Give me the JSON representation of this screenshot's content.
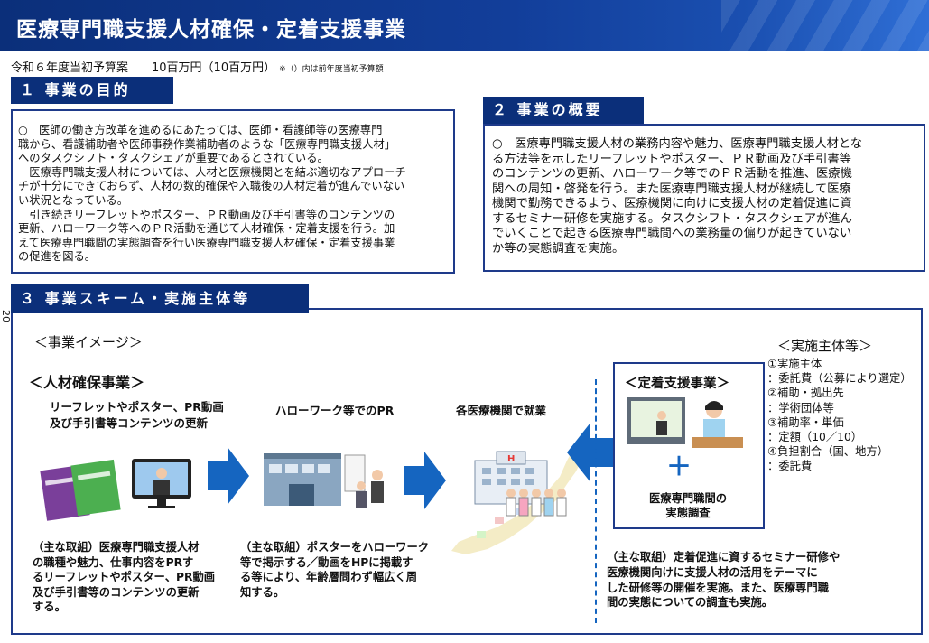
{
  "header": {
    "title": "医療専門職支援人材確保・定着支援事業"
  },
  "budget": {
    "text": "令和６年度当初予算案　　10百万円（10百万円）",
    "note": "※（）内は前年度当初予算額"
  },
  "section1": {
    "heading": "１ 事業の目的",
    "lines": [
      "○　医師の働き方改革を進めるにあたっては、医師・看護師等の医療専門",
      "職から、看護補助者や医師事務作業補助者のような「医療専門職支援人材」",
      "へのタスクシフト・タスクシェアが重要であるとされている。",
      "　医療専門職支援人材については、人材と医療機関とを結ぶ適切なアプローチ",
      "チが十分にできておらず、人材の数的確保や入職後の人材定着が進んでいない",
      "い状況となっている。",
      "　引き続きリーフレットやポスター、ＰＲ動画及び手引書等のコンテンツの",
      "更新、ハローワーク等へのＰＲ活動を通じて人材確保・定着支援を行う。加",
      "えて医療専門職間の実態調査を行い医療専門職支援人材確保・定着支援事業",
      "の促進を図る。"
    ]
  },
  "section2": {
    "heading": "２ 事業の概要",
    "lines": [
      "○　医療専門職支援人材の業務内容や魅力、医療専門職支援人材とな",
      "る方法等を示したリーフレットやポスター、ＰＲ動画及び手引書等",
      "のコンテンツの更新、ハローワーク等でのＰＲ活動を推進、医療機",
      "関への周知・啓発を行う。また医療専門職支援人材が継続して医療",
      "機関で勤務できるよう、医療機関に向けに支援人材の定着促進に資",
      "するセミナー研修を実施する。タスクシフト・タスクシェアが進ん",
      "でいくことで起きる医療専門職間への業務量の偏りが起きていない",
      "か等の実態調査を実施。"
    ]
  },
  "section3": {
    "heading": "３ 事業スキーム・実施主体等",
    "page_number": "20",
    "image_label": "＜事業イメージ＞",
    "jinzai": {
      "title": "＜人材確保事業＞",
      "col1_title": [
        "リーフレットやポスター、PR動画",
        "及び手引書等コンテンツの更新"
      ],
      "col2_title": "ハローワーク等でのPR",
      "col3_title": "各医療機関で就業",
      "col1_desc": [
        "（主な取組）医療専門職支援人材",
        "の職種や魅力、仕事内容をPRす",
        "るリーフレットやポスター、PR動画",
        "及び手引書等のコンテンツの更新",
        "する。"
      ],
      "col2_desc": [
        "（主な取組）ポスターをハローワーク",
        "等で掲示する／動画をHPに掲載す",
        "る等により、年齢層問わず幅広く周",
        "知する。"
      ]
    },
    "teichaku": {
      "title": "＜定着支援事業＞",
      "plus": "＋",
      "survey": [
        "医療専門職間の",
        "実態調査"
      ],
      "desc": [
        "（主な取組）定着促進に資するセミナー研修や",
        "医療機関向けに支援人材の活用をテーマに",
        "した研修等の開催を実施。また、医療専門職",
        "間の実態についての調査も実施。"
      ]
    },
    "jisshi": {
      "title": "＜実施主体等＞",
      "lines": [
        "①実施主体",
        "：委託費（公募により選定）",
        "②補助・拠出先",
        "：学術団体等",
        "③補助率・単価",
        "：定額（10／10）",
        "④負担割合（国、地方）",
        "：委託費"
      ]
    }
  },
  "colors": {
    "navy": "#0b2f7a",
    "arrow_blue": "#1565c0",
    "border": "#1e3a8a"
  }
}
